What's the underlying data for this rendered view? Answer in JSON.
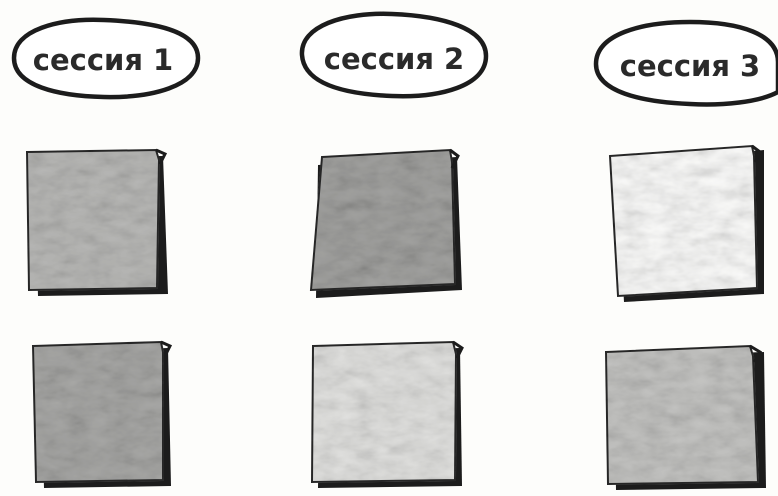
{
  "sessions": [
    {
      "label": "сессия 1",
      "notes": [
        {
          "shade": "#b9b9b7"
        },
        {
          "shade": "#a8a8a6"
        }
      ]
    },
    {
      "label": "сессия 2",
      "notes": [
        {
          "shade": "#a2a2a0"
        },
        {
          "shade": "#e2e2e0"
        }
      ]
    },
    {
      "label": "сессия 3",
      "notes": [
        {
          "shade": "#fbfbfa"
        },
        {
          "shade": "#c4c4c2"
        }
      ]
    }
  ]
}
